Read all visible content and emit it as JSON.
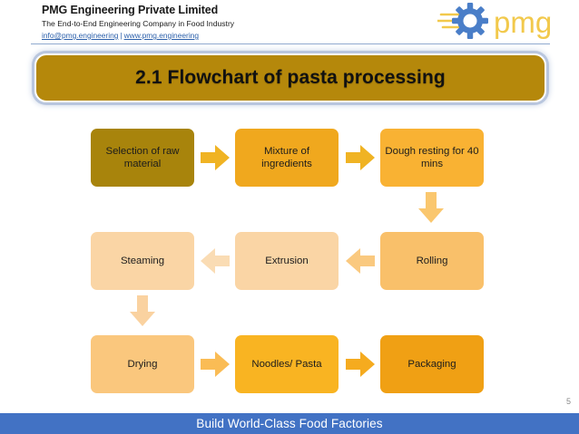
{
  "header": {
    "company_name": "PMG Engineering Private Limited",
    "tagline": "The End-to-End Engineering Company in Food Industry",
    "email_link": "info@pmg.engineering",
    "separator": "|",
    "website_link": "www.pmg.engineering",
    "logo_text": "pmg",
    "logo_icon": "gear-icon"
  },
  "title": {
    "text": "2.1 Flowchart of pasta processing",
    "fill_color": "#b5880b",
    "border_color": "#ffffff",
    "glow_color": "#b9c6de"
  },
  "flowchart": {
    "nodes": [
      {
        "id": "selection-of-raw-material",
        "label": "Selection of raw material",
        "color": "#a8840c",
        "row": 1,
        "col": 1
      },
      {
        "id": "mixture-of-ingredients",
        "label": "Mixture of ingredients",
        "color": "#f0a81e",
        "row": 1,
        "col": 2
      },
      {
        "id": "dough-resting",
        "label": "Dough resting for 40 mins",
        "color": "#f9b233",
        "row": 1,
        "col": 3
      },
      {
        "id": "steaming",
        "label": "Steaming",
        "color": "#fad5a5",
        "row": 2,
        "col": 1
      },
      {
        "id": "extrusion",
        "label": "Extrusion",
        "color": "#fad5a5",
        "row": 2,
        "col": 2
      },
      {
        "id": "rolling",
        "label": "Rolling",
        "color": "#f9c06a",
        "row": 2,
        "col": 3
      },
      {
        "id": "drying",
        "label": "Drying",
        "color": "#fac77d",
        "row": 3,
        "col": 1
      },
      {
        "id": "noodles-pasta",
        "label": "Noodles/ Pasta",
        "color": "#f9b422",
        "row": 3,
        "col": 2
      },
      {
        "id": "packaging",
        "label": "Packaging",
        "color": "#f0a014",
        "row": 3,
        "col": 3
      }
    ],
    "arrows": [
      {
        "id": "arrow-selection-to-mixture",
        "direction": "right",
        "color": "#f0b323"
      },
      {
        "id": "arrow-mixture-to-dough",
        "direction": "right",
        "color": "#f0b323"
      },
      {
        "id": "arrow-dough-to-rolling",
        "direction": "down",
        "color": "#fac76e"
      },
      {
        "id": "arrow-rolling-to-extrusion",
        "direction": "left",
        "color": "#fac97f"
      },
      {
        "id": "arrow-extrusion-to-steaming",
        "direction": "left",
        "color": "#fadcb4"
      },
      {
        "id": "arrow-steaming-to-drying",
        "direction": "down",
        "color": "#fad2a0"
      },
      {
        "id": "arrow-drying-to-noodles",
        "direction": "right",
        "color": "#fabc55"
      },
      {
        "id": "arrow-noodles-to-packaging",
        "direction": "right",
        "color": "#f5ab1f"
      }
    ]
  },
  "footer": {
    "text": "Build World-Class Food Factories",
    "bar_color": "#4272c4",
    "page_number": "5"
  }
}
